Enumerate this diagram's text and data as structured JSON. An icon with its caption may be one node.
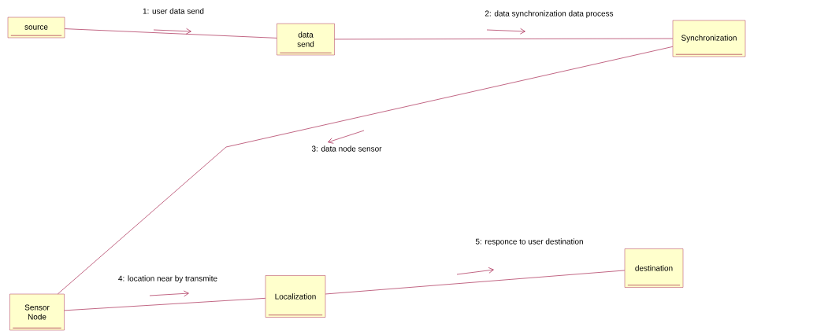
{
  "diagram": {
    "nodes": [
      {
        "text": [
          "source"
        ]
      },
      {
        "text": [
          "data send"
        ]
      },
      {
        "text": [
          "Synchronization"
        ]
      },
      {
        "text": [
          "Sensor Node"
        ]
      },
      {
        "text": [
          "Localization"
        ]
      },
      {
        "text": [
          "destination"
        ]
      }
    ],
    "edges": [
      {
        "from": 0,
        "to": 1,
        "arrow": "none",
        "label": "1: user data send"
      },
      {
        "from": 1,
        "to": 2,
        "arrow": "none",
        "label": "2: data synchronization data process"
      },
      {
        "from": 2,
        "to": 3,
        "arrow": "none",
        "label": "3: data node sensor"
      },
      {
        "from": 3,
        "to": 4,
        "arrow": "none",
        "label": "4: location near by transmite"
      },
      {
        "from": 4,
        "to": 5,
        "arrow": "none",
        "label": "5: responce to user destination"
      }
    ]
  }
}
